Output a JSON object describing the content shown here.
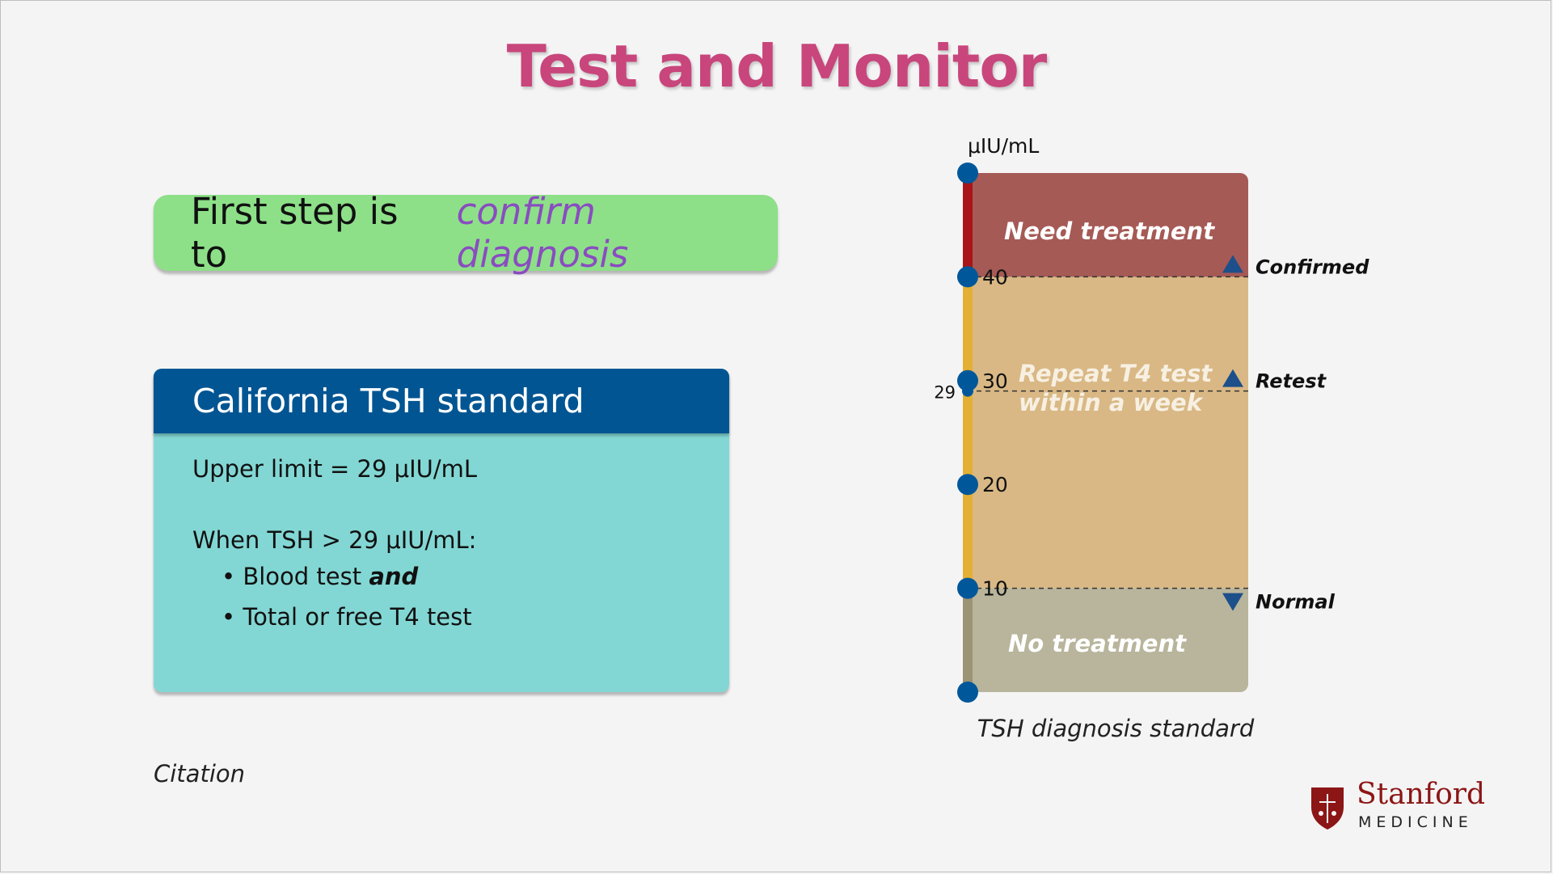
{
  "title": "Test and Monitor",
  "pill": {
    "prefix": "First step is to",
    "emphasis": "confirm diagnosis"
  },
  "card": {
    "header": "California TSH standard",
    "upper_limit": "Upper limit = 29 μIU/mL",
    "when": "When TSH > 29 μIU/mL:",
    "bullet1_text": "Blood test",
    "bullet1_em": "and",
    "bullet2": "Total or free T4 test"
  },
  "citation": "Citation",
  "chart_data": {
    "type": "range-diagram",
    "unit_label": "μIU/mL",
    "ylim": [
      0,
      50
    ],
    "ticks": [
      10,
      20,
      30,
      40
    ],
    "marker": {
      "value": 29,
      "label": "29"
    },
    "zones": [
      {
        "name": "Need treatment",
        "from": 40,
        "to": 50,
        "color": "#a55a55",
        "axis_color": "#a8141a"
      },
      {
        "name": "Repeat T4 test within a week",
        "from": 10,
        "to": 40,
        "color": "#d9b885",
        "axis_color": "#e3b035"
      },
      {
        "name": "No treatment",
        "from": 0,
        "to": 10,
        "color": "#b8b59c",
        "axis_color": "#9c9274"
      }
    ],
    "thresholds": [
      {
        "value": 40,
        "label": "Confirmed",
        "direction": "up"
      },
      {
        "value": 29,
        "label": "Retest",
        "direction": "up"
      },
      {
        "value": 10,
        "label": "Normal",
        "direction": "down"
      }
    ],
    "caption": "TSH diagnosis standard"
  },
  "logo": {
    "name": "Stanford",
    "sub": "MEDICINE"
  },
  "colors": {
    "title": "#c8467c",
    "accent": "#005592",
    "point": "#00579a"
  }
}
